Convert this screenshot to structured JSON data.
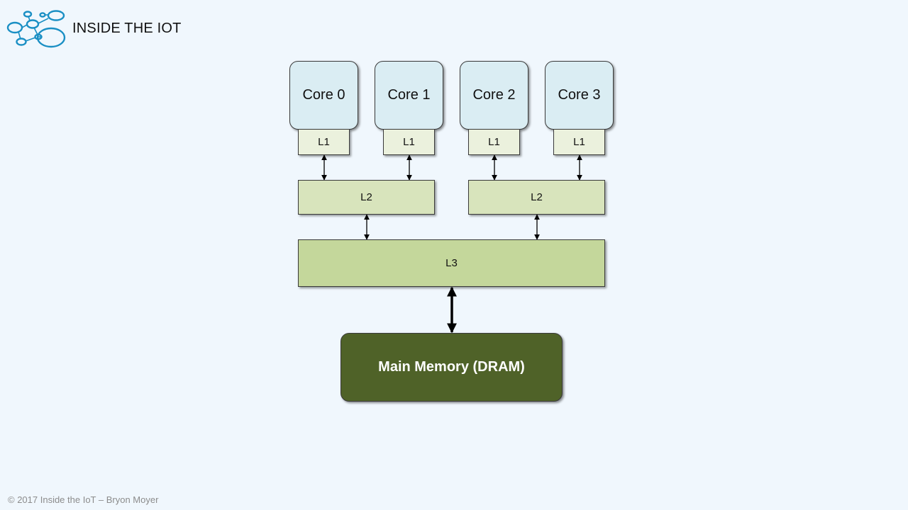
{
  "header": {
    "title": "INSIDE THE IOT",
    "logo_icon": "network-nodes-logo-icon",
    "logo_color": "#1a8fc4"
  },
  "diagram": {
    "cores": [
      {
        "label": "Core 0",
        "l1": "L1"
      },
      {
        "label": "Core 1",
        "l1": "L1"
      },
      {
        "label": "Core 2",
        "l1": "L1"
      },
      {
        "label": "Core 3",
        "l1": "L1"
      }
    ],
    "l2": [
      {
        "label": "L2"
      },
      {
        "label": "L2"
      }
    ],
    "l3": {
      "label": "L3"
    },
    "memory": {
      "label": "Main Memory (DRAM)"
    },
    "colors": {
      "core_fill": "#daedf3",
      "l1_fill": "#ebf1dd",
      "l2_fill": "#d8e4bc",
      "l3_fill": "#c4d79b",
      "memory_fill": "#4f6228",
      "background": "#f0f7fd"
    }
  },
  "footer": {
    "copyright": "© 2017 Inside the IoT – Bryon Moyer"
  }
}
